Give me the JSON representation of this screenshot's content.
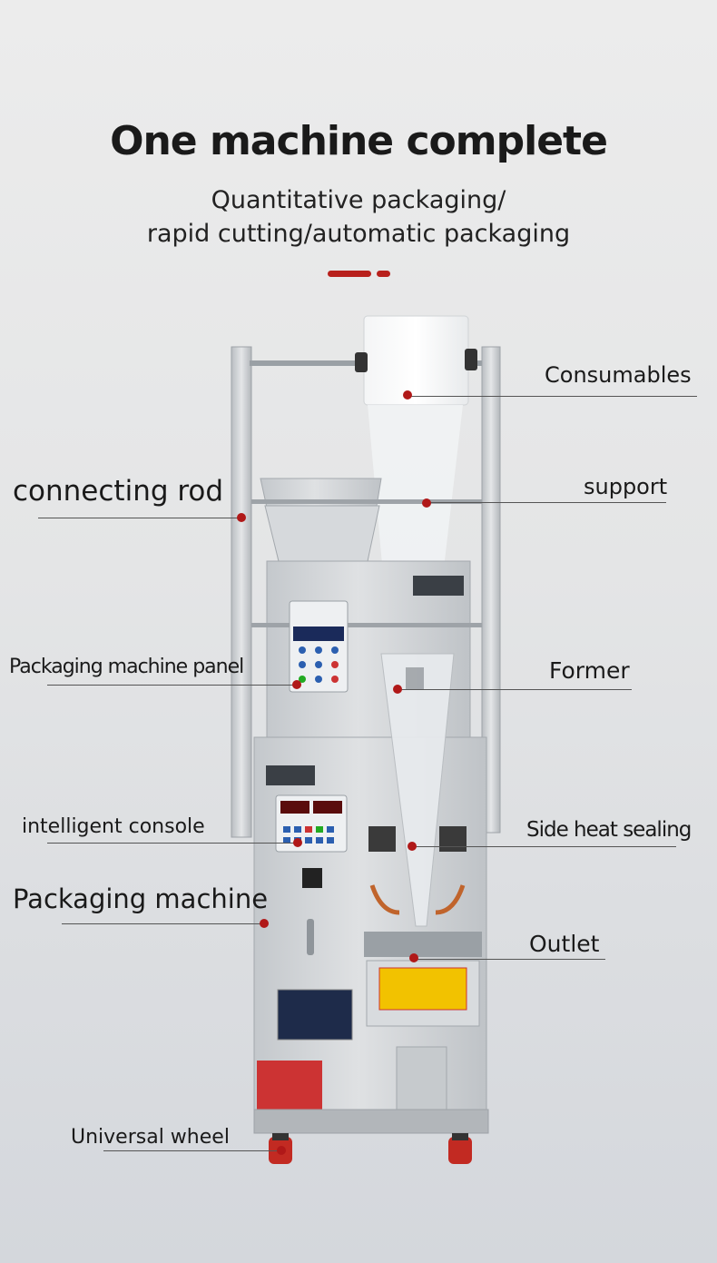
{
  "header": {
    "title": "One machine complete",
    "subtitle_line1": "Quantitative packaging/",
    "subtitle_line2": "rapid cutting/automatic packaging"
  },
  "colors": {
    "accent": "#b8201c",
    "dot": "#b01818",
    "steel": "#c9cdd1",
    "wheel": "#c22a22"
  },
  "labels": {
    "consumables": "Consumables",
    "connecting_rod": "connecting rod",
    "support": "support",
    "packaging_machine_panel": "Packaging machine panel",
    "former": "Former",
    "intelligent_console": "intelligent console",
    "side_heat_sealing": "Side heat sealing",
    "packaging_machine": "Packaging machine",
    "outlet": "Outlet",
    "universal_wheel": "Universal wheel"
  }
}
